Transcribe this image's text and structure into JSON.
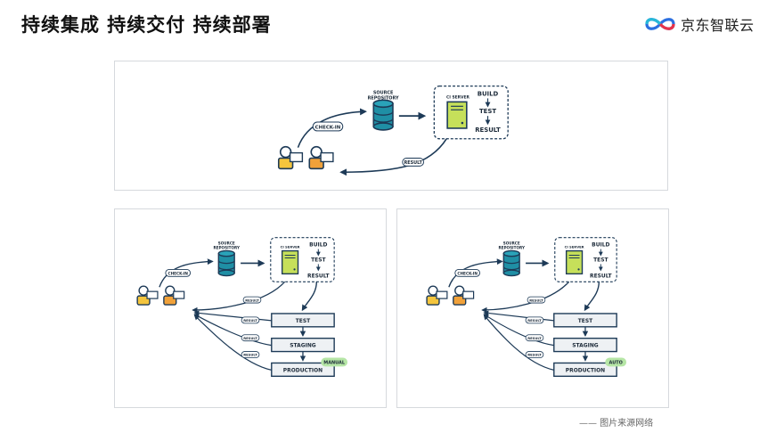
{
  "header": {
    "title": "持续集成 持续交付 持续部署",
    "brand_name": "京东智联云"
  },
  "footer": {
    "source_note": "—— 图片来源网络"
  },
  "colors": {
    "navy": "#1d3a57",
    "server_green": "#c6e05a",
    "user_yellow": "#f4c53d",
    "user_orange": "#f0a13a",
    "db_teal": "#1f8fa5",
    "badge_green": "#b6e6a6",
    "stage_fill": "#eef1f4"
  },
  "diagrams": {
    "ci": {
      "source_repository_line1": "SOURCE",
      "source_repository_line2": "REPOSITORY",
      "check_in": "CHECK-IN",
      "ci_server": "CI SERVER",
      "build": "BUILD",
      "test": "TEST",
      "result": "RESULT",
      "result_tag": "RESULT"
    },
    "delivery": {
      "source_repository_line1": "SOURCE",
      "source_repository_line2": "REPOSITORY",
      "check_in": "CHECK-IN",
      "ci_server": "CI SERVER",
      "build": "BUILD",
      "test": "TEST",
      "result": "RESULT",
      "result_tags": [
        "RESULT",
        "RESULT",
        "RESULT",
        "RESULT"
      ],
      "stages": [
        "TEST",
        "STAGING",
        "PRODUCTION"
      ],
      "badge": "MANUAL"
    },
    "deployment": {
      "source_repository_line1": "SOURCE",
      "source_repository_line2": "REPOSITORY",
      "check_in": "CHECK-IN",
      "ci_server": "CI SERVER",
      "build": "BUILD",
      "test": "TEST",
      "result": "RESULT",
      "result_tags": [
        "RESULT",
        "RESULT",
        "RESULT",
        "RESULT"
      ],
      "stages": [
        "TEST",
        "STAGING",
        "PRODUCTION"
      ],
      "badge": "AUTO"
    }
  }
}
